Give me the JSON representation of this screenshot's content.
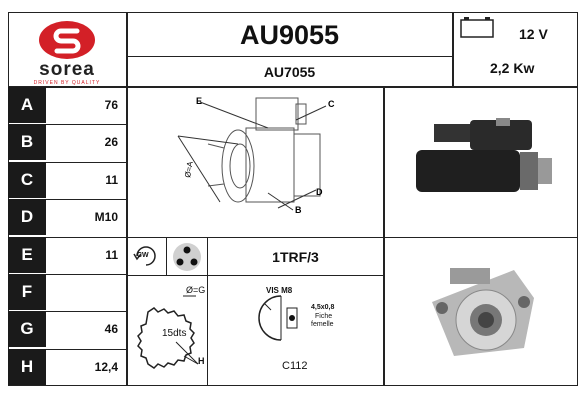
{
  "logo": {
    "brand": "sorea",
    "tagline": "DRIVEN BY QUALITY",
    "red": "#d32027"
  },
  "header": {
    "part_number": "AU9055",
    "alt_reference": "AU7055",
    "voltage": "12 V",
    "power": "2,2 Kw"
  },
  "specs": [
    {
      "letter": "A",
      "value": "76"
    },
    {
      "letter": "B",
      "value": "26"
    },
    {
      "letter": "C",
      "value": "11"
    },
    {
      "letter": "D",
      "value": "M10"
    },
    {
      "letter": "E",
      "value": "11"
    },
    {
      "letter": "F",
      "value": ""
    },
    {
      "letter": "G",
      "value": "46"
    },
    {
      "letter": "H",
      "value": "12,4"
    }
  ],
  "diagram_labels": {
    "E": "E",
    "C": "C",
    "D": "D",
    "B": "B",
    "A": "Ø=A"
  },
  "rotation": {
    "label": "CW"
  },
  "mounting": {
    "code": "1TRF/3"
  },
  "pinion": {
    "teeth": "15dts",
    "g_label": "Ø=G",
    "h_label": "H"
  },
  "connector": {
    "vis": "VIS M8",
    "fiche": "4,5x0,8",
    "fiche_label": "Fiche",
    "femelle_label": "femelle",
    "code": "C112"
  }
}
